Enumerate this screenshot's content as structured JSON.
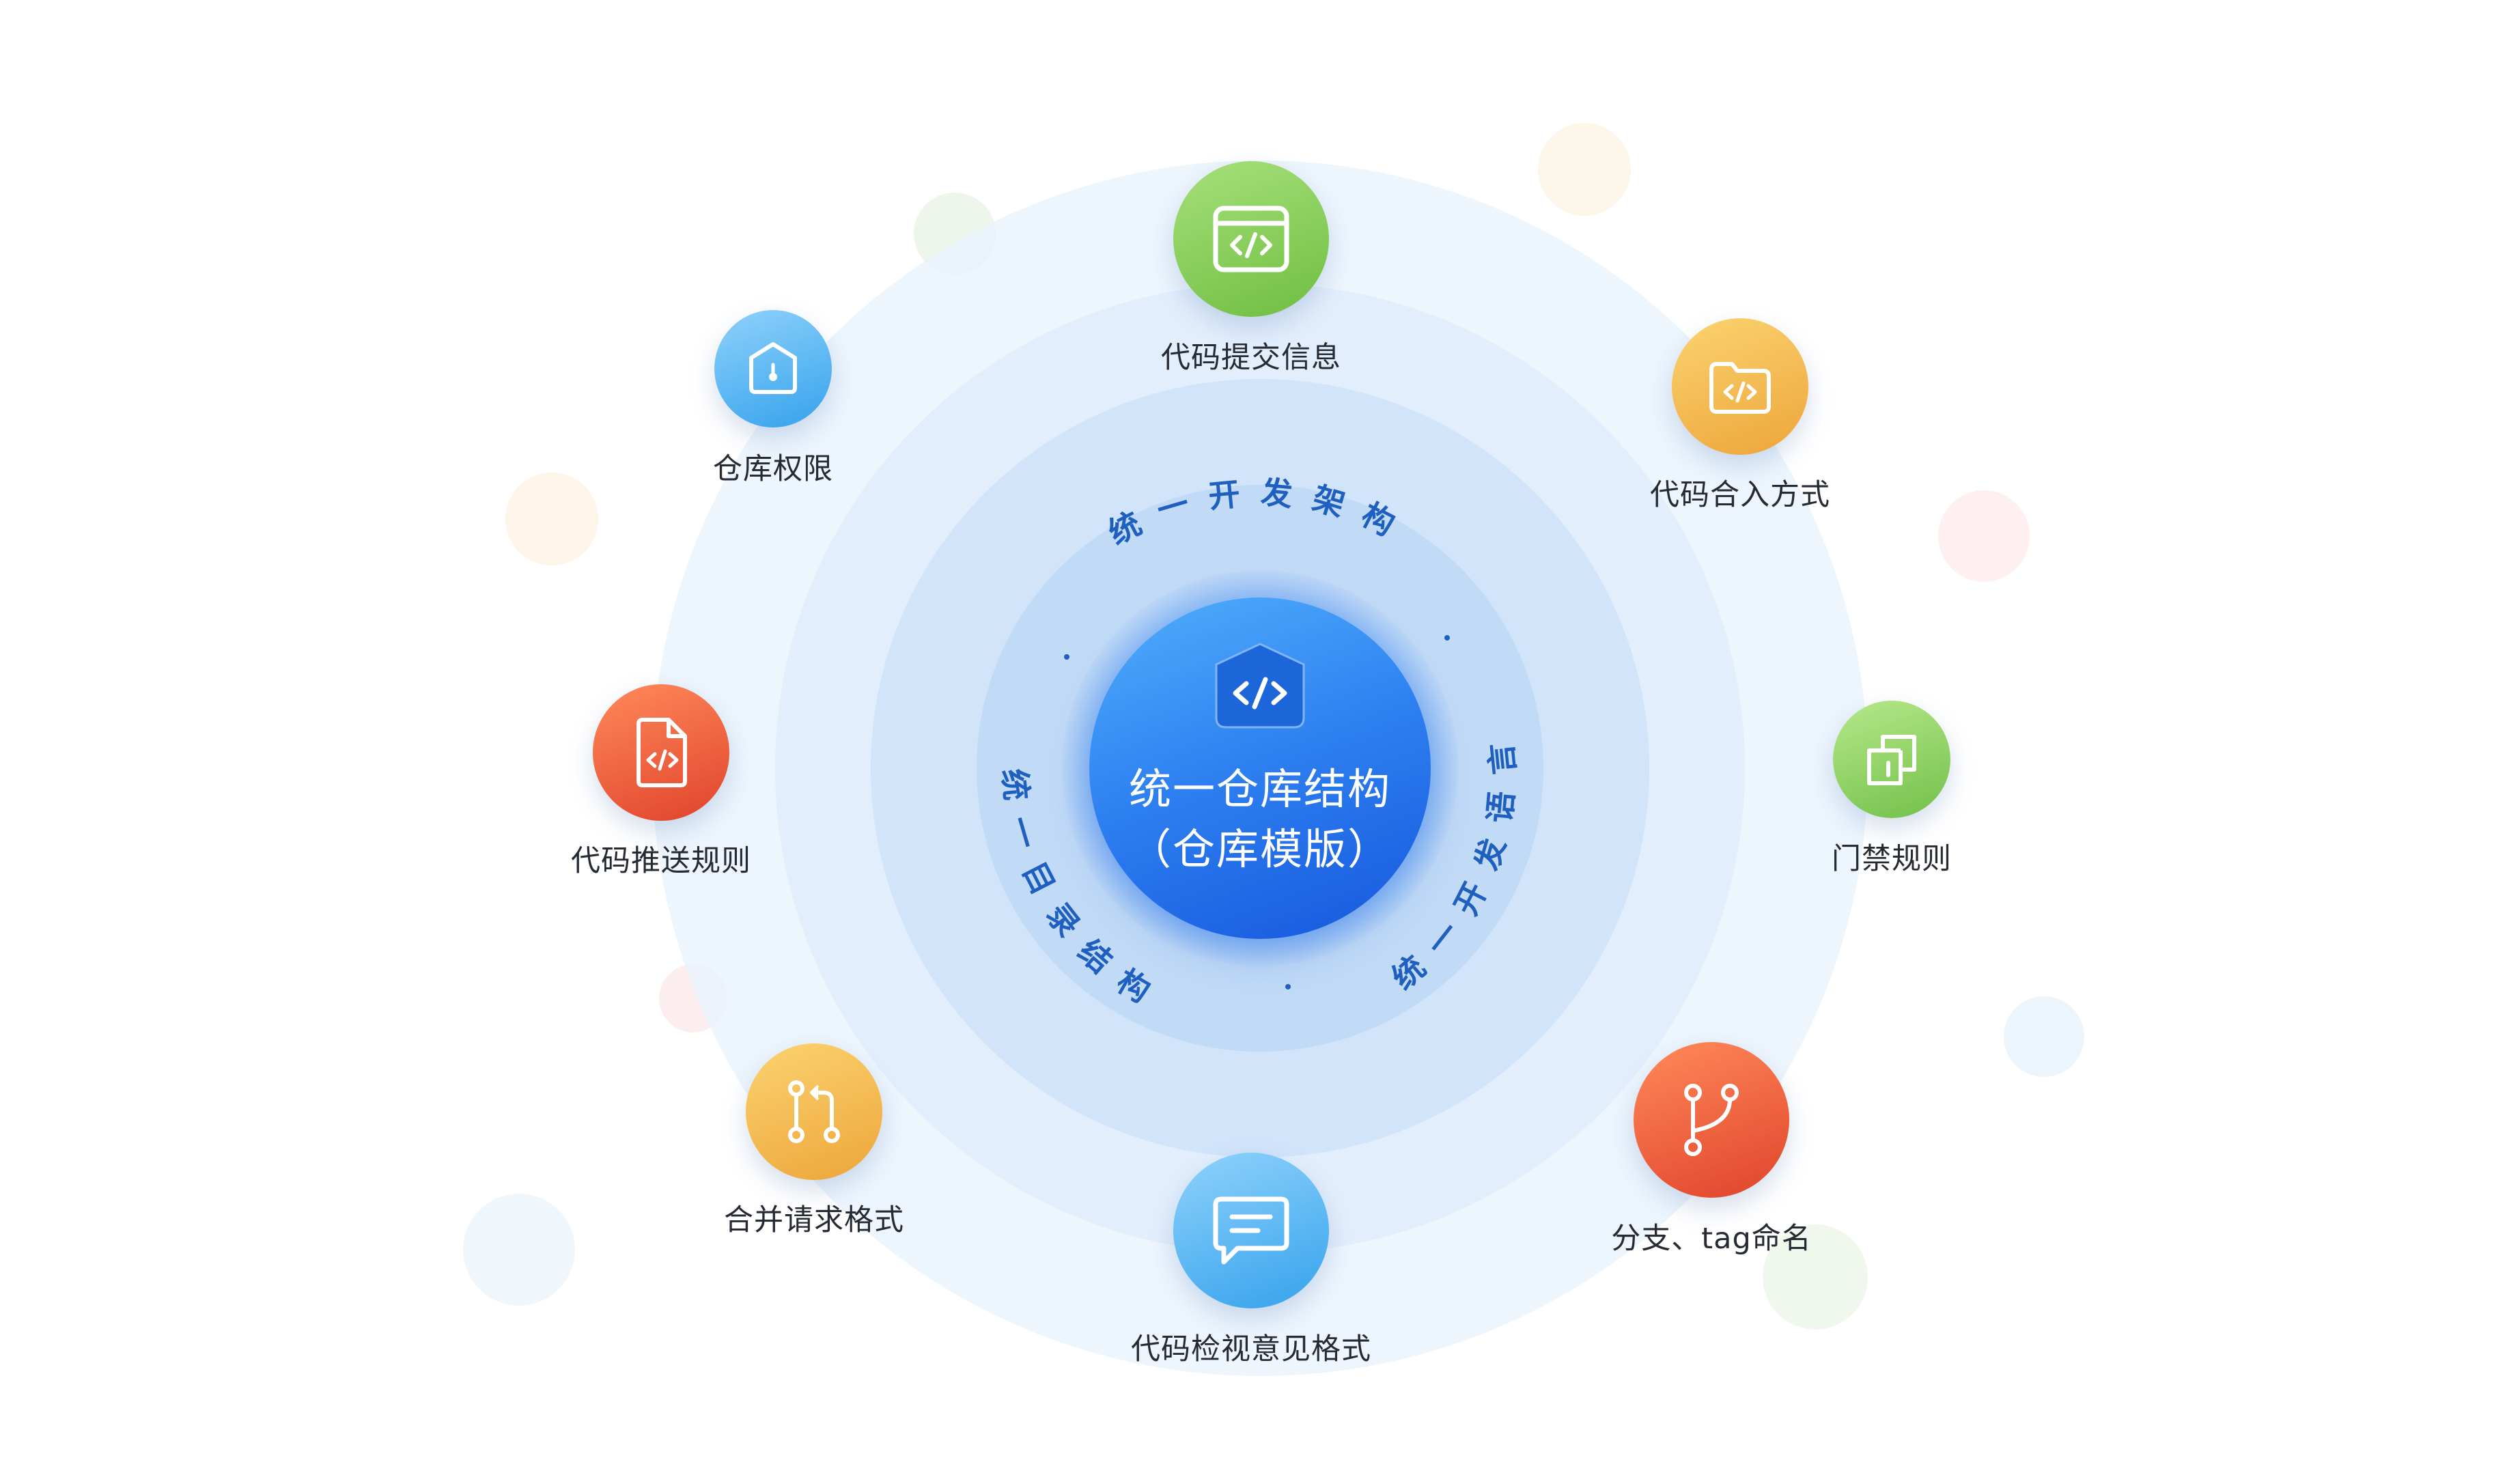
{
  "diagram": {
    "center": {
      "icon": "code-icon",
      "title_line1": "统一仓库结构",
      "title_line2": "（仓库模版）"
    },
    "arc_labels": [
      {
        "text": "统一开发架构"
      },
      {
        "text": "统一开发语言"
      },
      {
        "text": "统一目录结构"
      }
    ],
    "nodes": [
      {
        "label": "代码提交信息",
        "icon": "code-window-icon"
      },
      {
        "label": "代码合入方式",
        "icon": "code-folder-icon"
      },
      {
        "label": "门禁规则",
        "icon": "gate-icon"
      },
      {
        "label": "分支、tag命名",
        "icon": "branch-icon"
      },
      {
        "label": "代码检视意见格式",
        "icon": "comment-icon"
      },
      {
        "label": "合并请求格式",
        "icon": "pull-request-icon"
      },
      {
        "label": "代码推送规则",
        "icon": "code-file-icon"
      },
      {
        "label": "仓库权限",
        "icon": "lock-icon"
      }
    ],
    "colors": {
      "hub": "#2d7ef0",
      "arc_text": "#1f5fbf",
      "green": "#6fbe42",
      "amber": "#eda53a",
      "red": "#e0432b",
      "blue": "#35a2ec"
    }
  }
}
